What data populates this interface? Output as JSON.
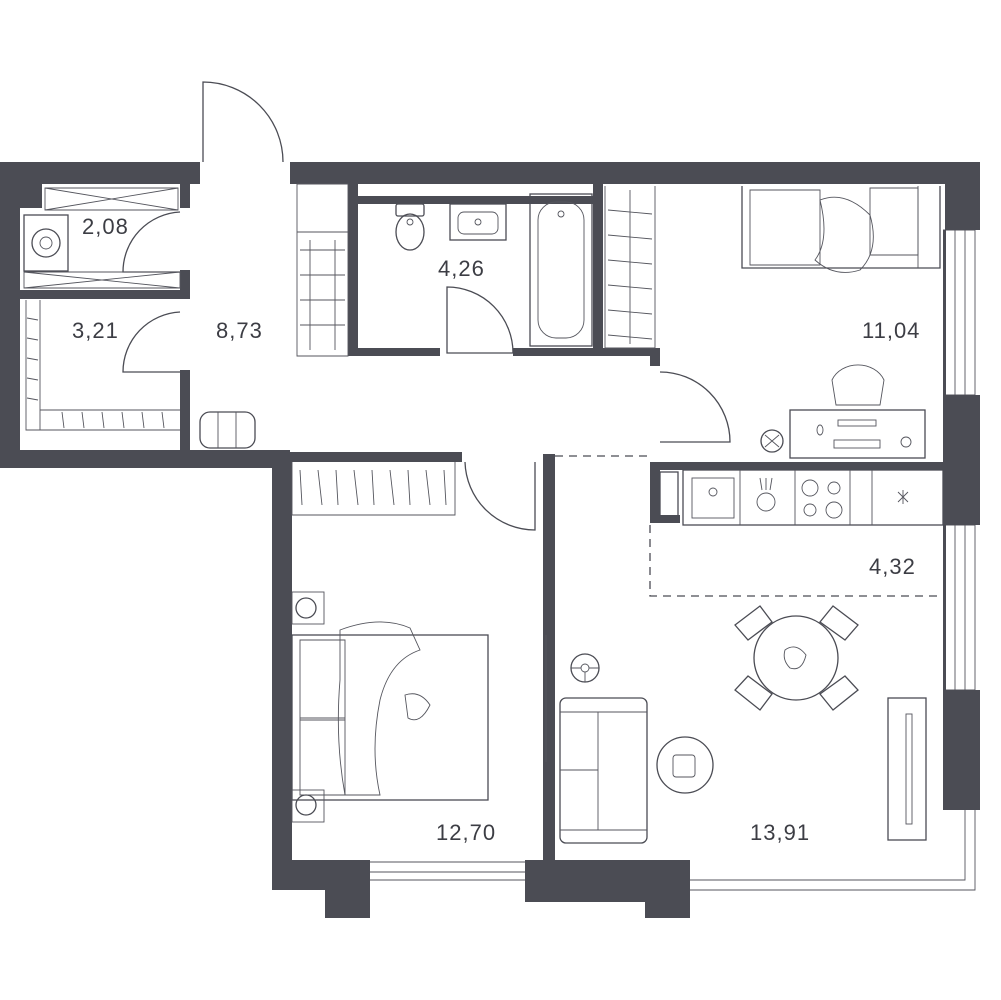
{
  "rooms": [
    {
      "id": "laundry",
      "area": "2,08"
    },
    {
      "id": "wardrobe",
      "area": "3,21"
    },
    {
      "id": "hallway",
      "area": "8,73"
    },
    {
      "id": "bathroom",
      "area": "4,26"
    },
    {
      "id": "bedroom-1",
      "area": "11,04"
    },
    {
      "id": "kitchen",
      "area": "4,32"
    },
    {
      "id": "bedroom-2",
      "area": "12,70"
    },
    {
      "id": "living-room",
      "area": "13,91"
    }
  ],
  "colors": {
    "wall": "#4b4c54",
    "line": "#55565e",
    "background": "#ffffff"
  }
}
